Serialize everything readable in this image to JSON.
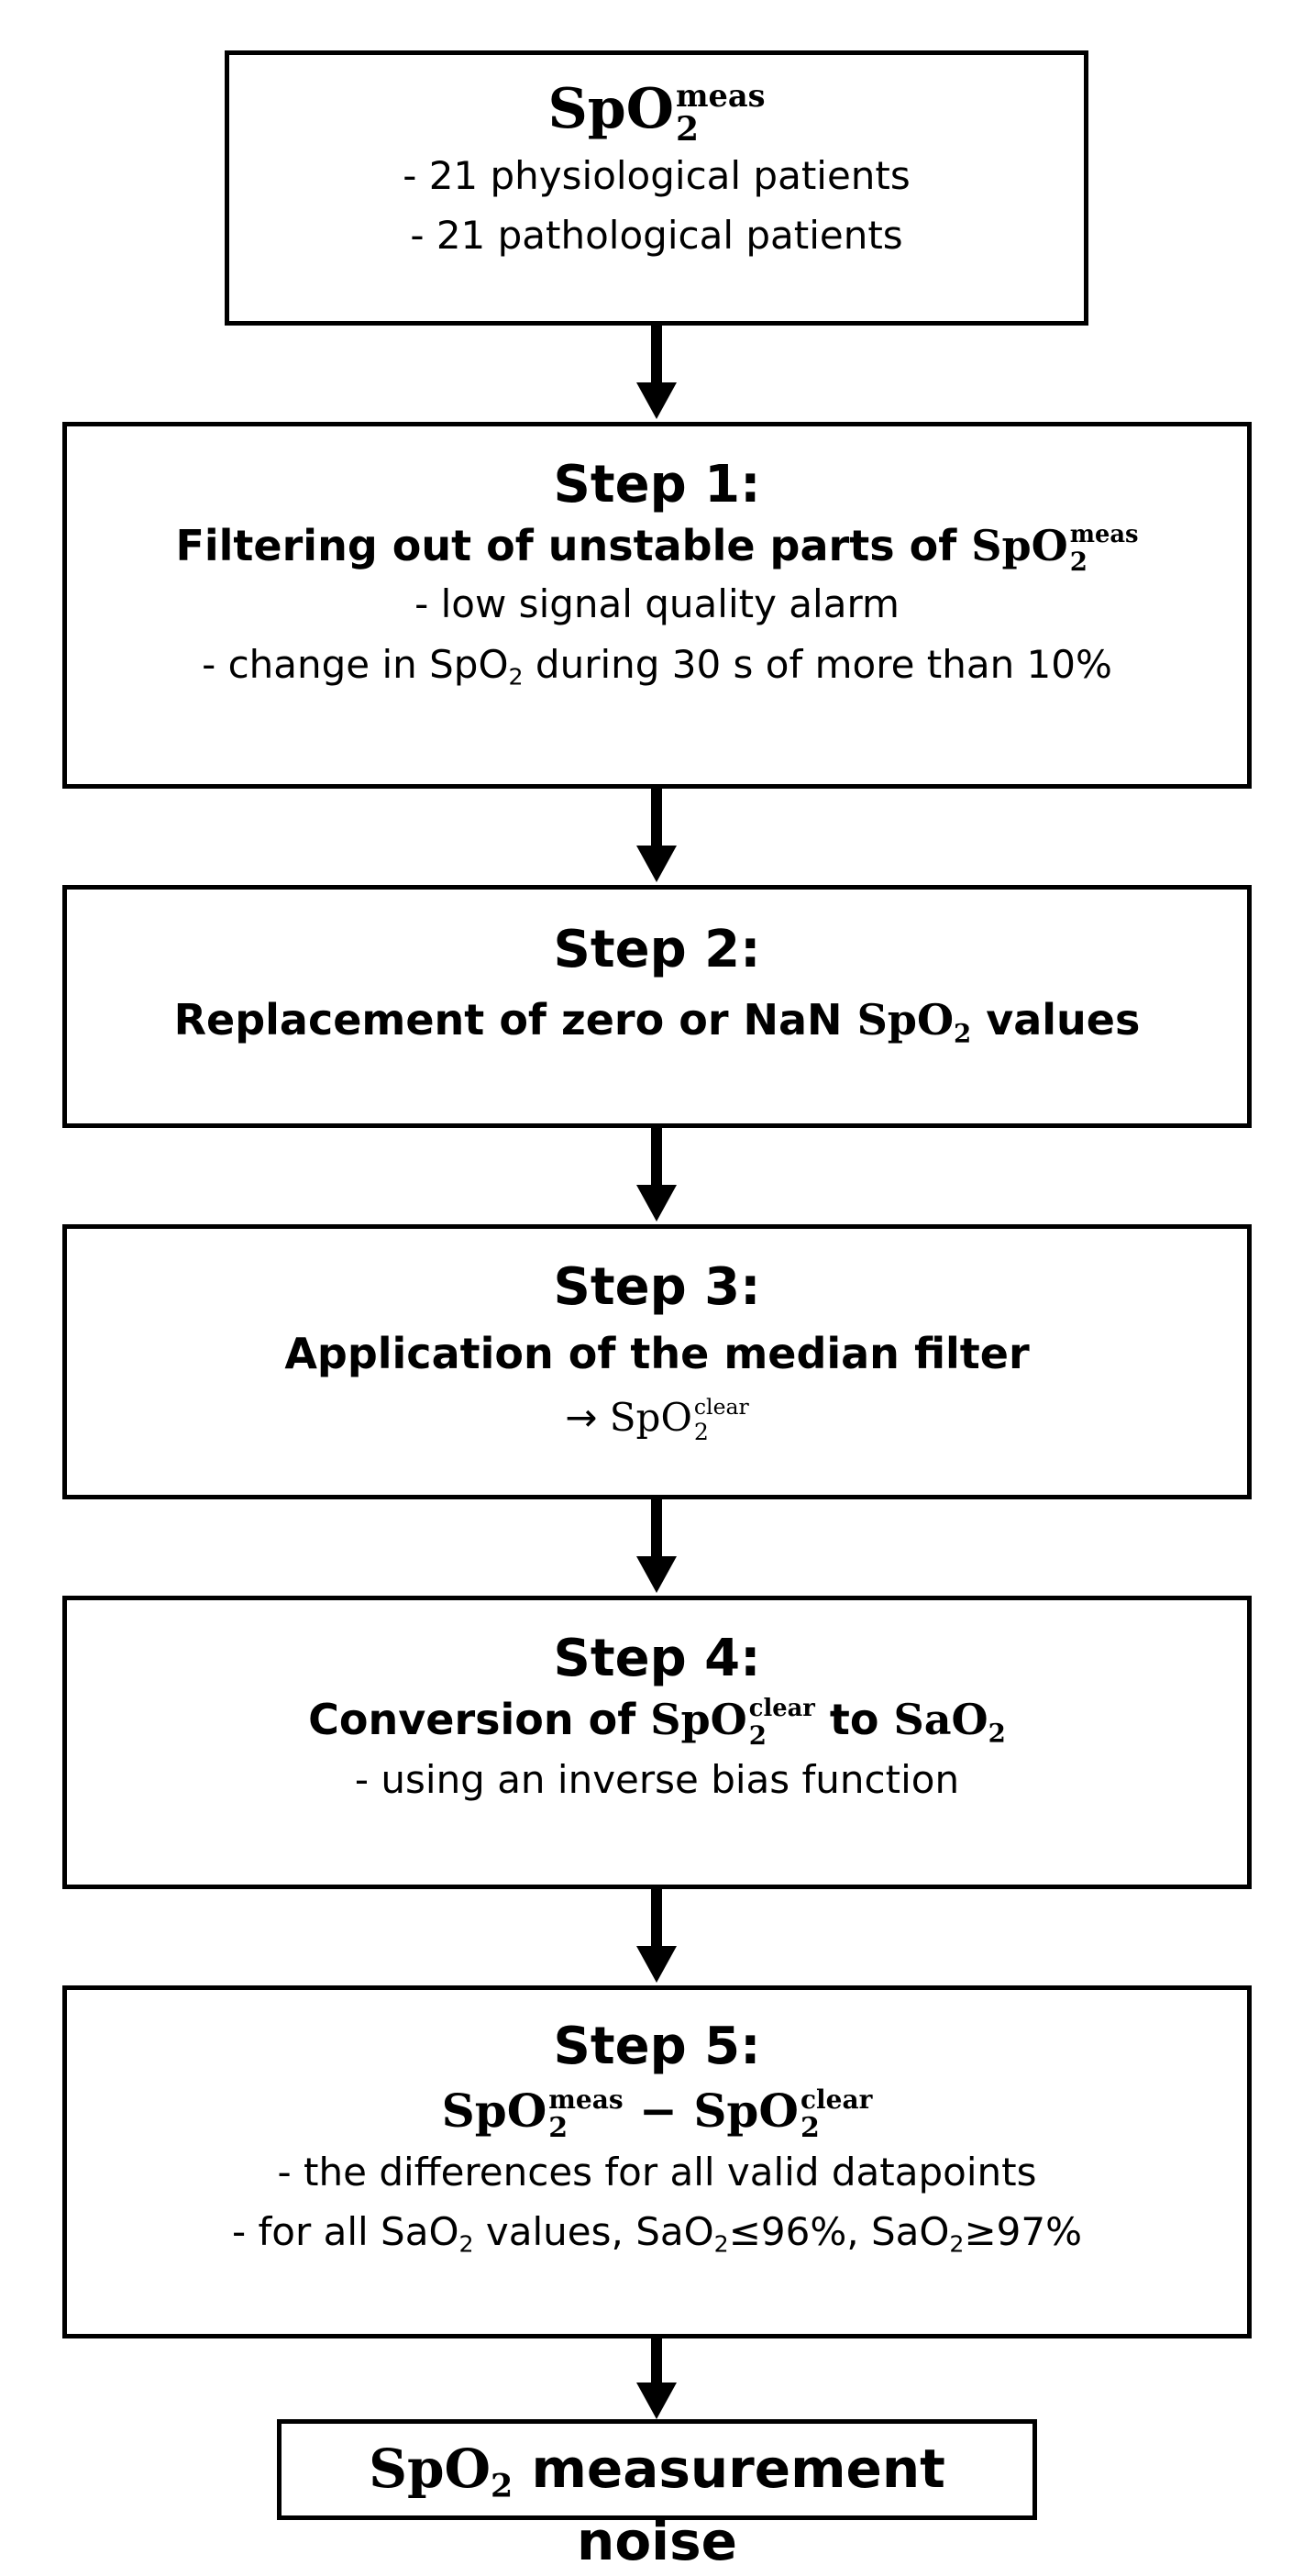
{
  "nodes": {
    "start": {
      "title": {
        "base": "SpO",
        "sub": "2",
        "sup": "meas"
      },
      "bullets": [
        "-   21 physiological patients",
        "-   21 pathological patients"
      ]
    },
    "step1": {
      "heading": "Step 1:",
      "title_text": "Filtering out of unstable parts of ",
      "title_var": {
        "base": "SpO",
        "sub": "2",
        "sup": "meas"
      },
      "bullet1": "-   low signal quality alarm",
      "bullet2_prefix": "-   change in SpO",
      "bullet2_sub": "2",
      "bullet2_suffix": " during 30 s of more than 10%"
    },
    "step2": {
      "heading": "Step 2:",
      "title_text": "Replacement of zero or NaN ",
      "title_var": {
        "base": "SpO",
        "sub": "2"
      },
      "title_suffix": " values"
    },
    "step3": {
      "heading": "Step 3:",
      "title_text": "Application of the median filter",
      "result_prefix": "→ ",
      "result_var": {
        "base": "SpO",
        "sub": "2",
        "sup": "clear"
      }
    },
    "step4": {
      "heading": "Step 4:",
      "title_text": "Conversion of ",
      "title_var": {
        "base": "SpO",
        "sub": "2",
        "sup": "clear"
      },
      "title_mid": " to ",
      "title_var2": {
        "base": "SaO",
        "sub": "2"
      },
      "bullet": "-   using an inverse bias function"
    },
    "step5": {
      "heading": "Step 5:",
      "formula_left": {
        "base": "SpO",
        "sub": "2",
        "sup": "meas"
      },
      "formula_op": " − ",
      "formula_right": {
        "base": "SpO",
        "sub": "2",
        "sup": "clear"
      },
      "bullet1": "-   the differences for all valid datapoints",
      "bullet2_a": "-   for all SaO",
      "bullet2_sub_a": "2",
      "bullet2_b": " values, SaO",
      "bullet2_sub_b": "2",
      "bullet2_c": "≤96%, SaO",
      "bullet2_sub_c": "2",
      "bullet2_d": "≥97%"
    },
    "end": {
      "title_var": {
        "base": "SpO",
        "sub": "2"
      },
      "title_suffix": " measurement noise"
    }
  },
  "colors": {
    "stroke": "#000000",
    "fill": "#ffffff"
  }
}
